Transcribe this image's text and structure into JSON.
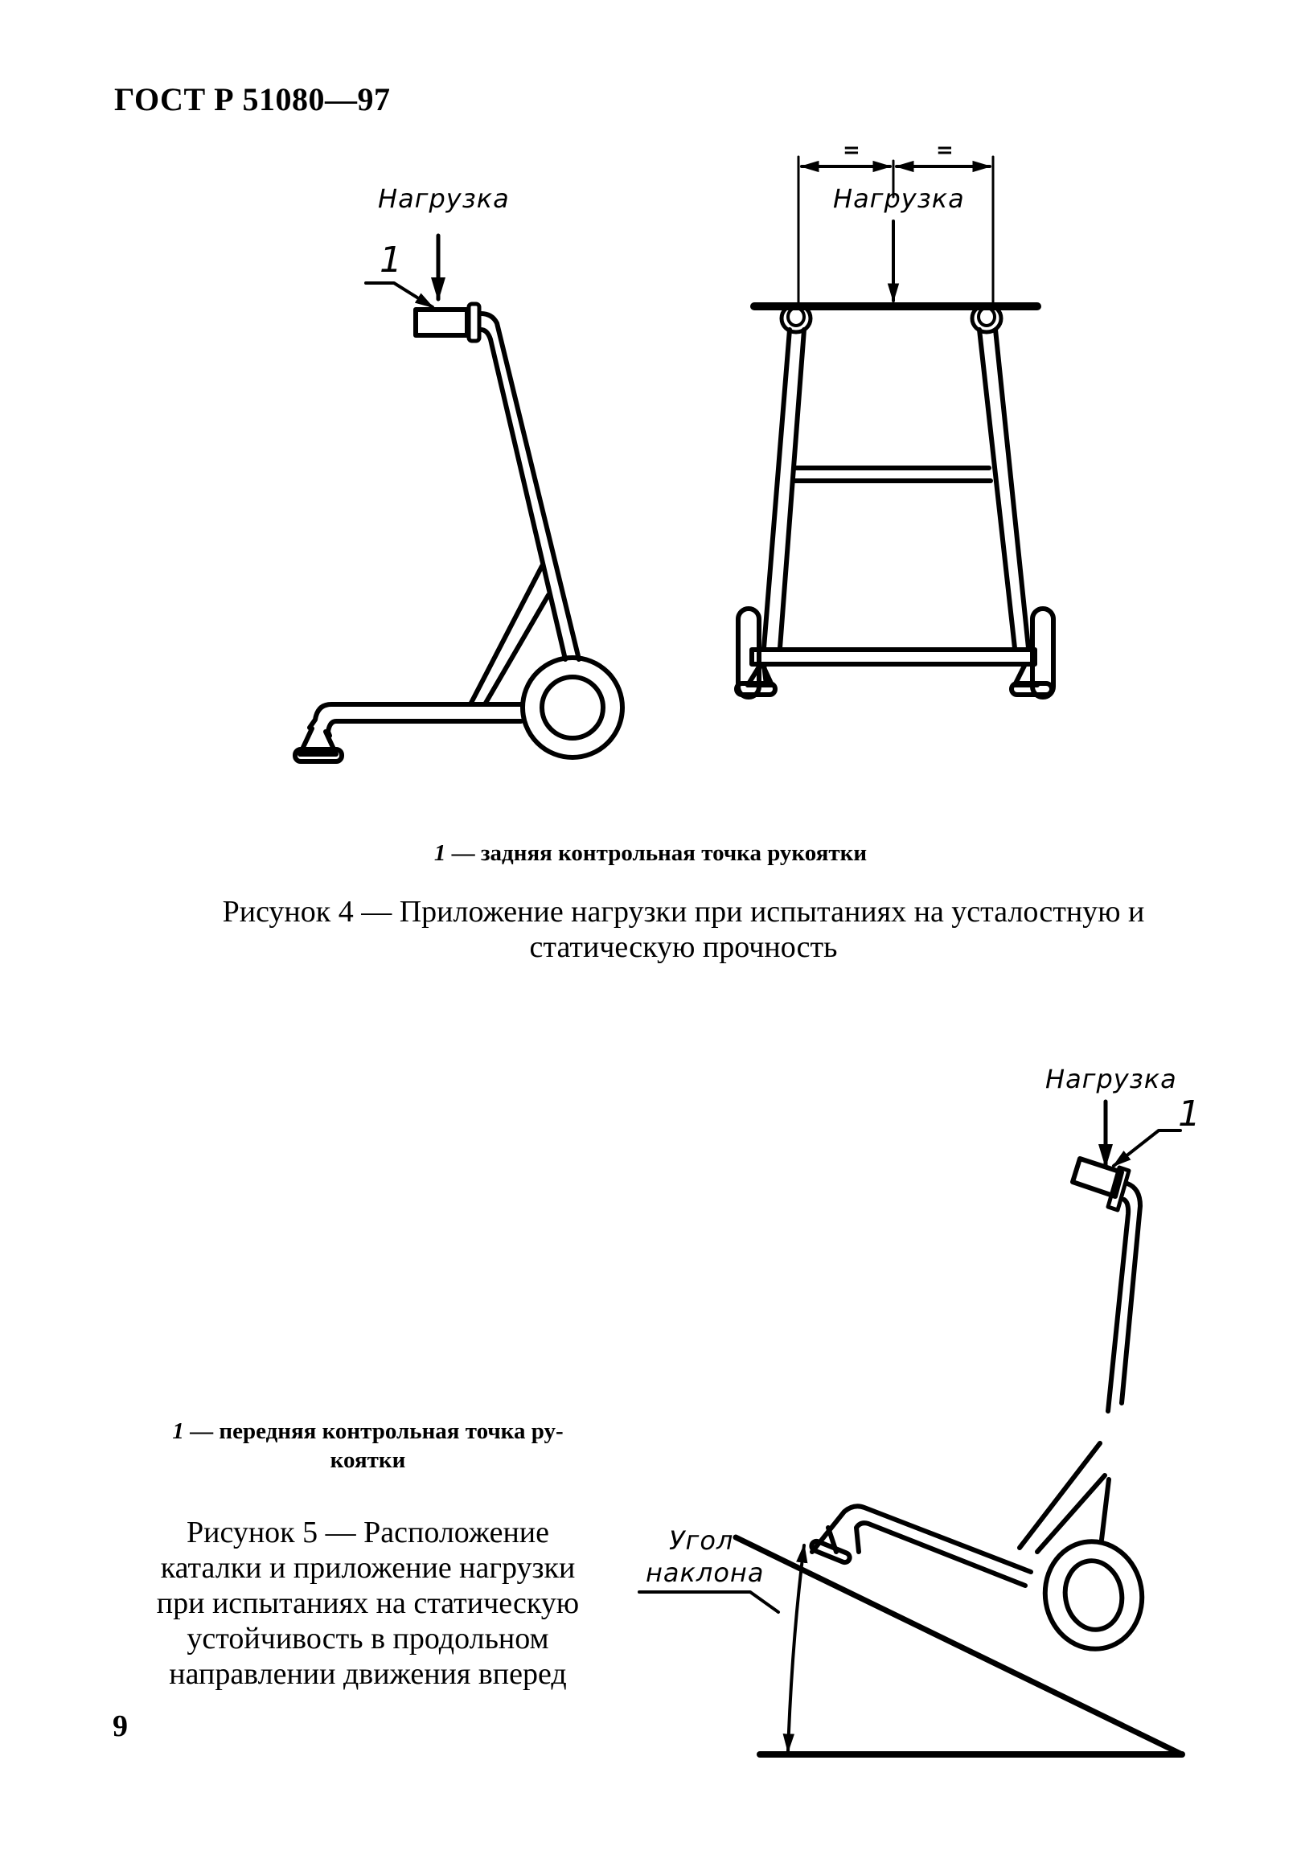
{
  "document": {
    "header": "ГОСТ Р 51080—97",
    "page_number": "9"
  },
  "figure4": {
    "side_view": {
      "load_label": "Нагрузка",
      "callout_number": "1"
    },
    "front_view": {
      "load_label": "Нагрузка",
      "equal_mark_left": "=",
      "equal_mark_right": "="
    },
    "legend": {
      "number": "1",
      "text": " — задняя контрольная точка рукоятки"
    },
    "caption_line1": "Рисунок 4 — Приложение нагрузки при испытаниях на усталостную и",
    "caption_line2": "статическую прочность"
  },
  "figure5": {
    "load_label": "Нагрузка",
    "callout_number": "1",
    "angle_label_line1": "Угол",
    "angle_label_line2": "наклона",
    "legend": {
      "number": "1",
      "text_line1": " — передняя контрольная точка ру-",
      "text_line2": "коятки"
    },
    "caption_lines": [
      "Рисунок 5 — Расположение",
      "каталки и приложение нагрузки",
      "при испытаниях на статическую",
      "устойчивость в продольном",
      "направлении движения вперед"
    ]
  }
}
